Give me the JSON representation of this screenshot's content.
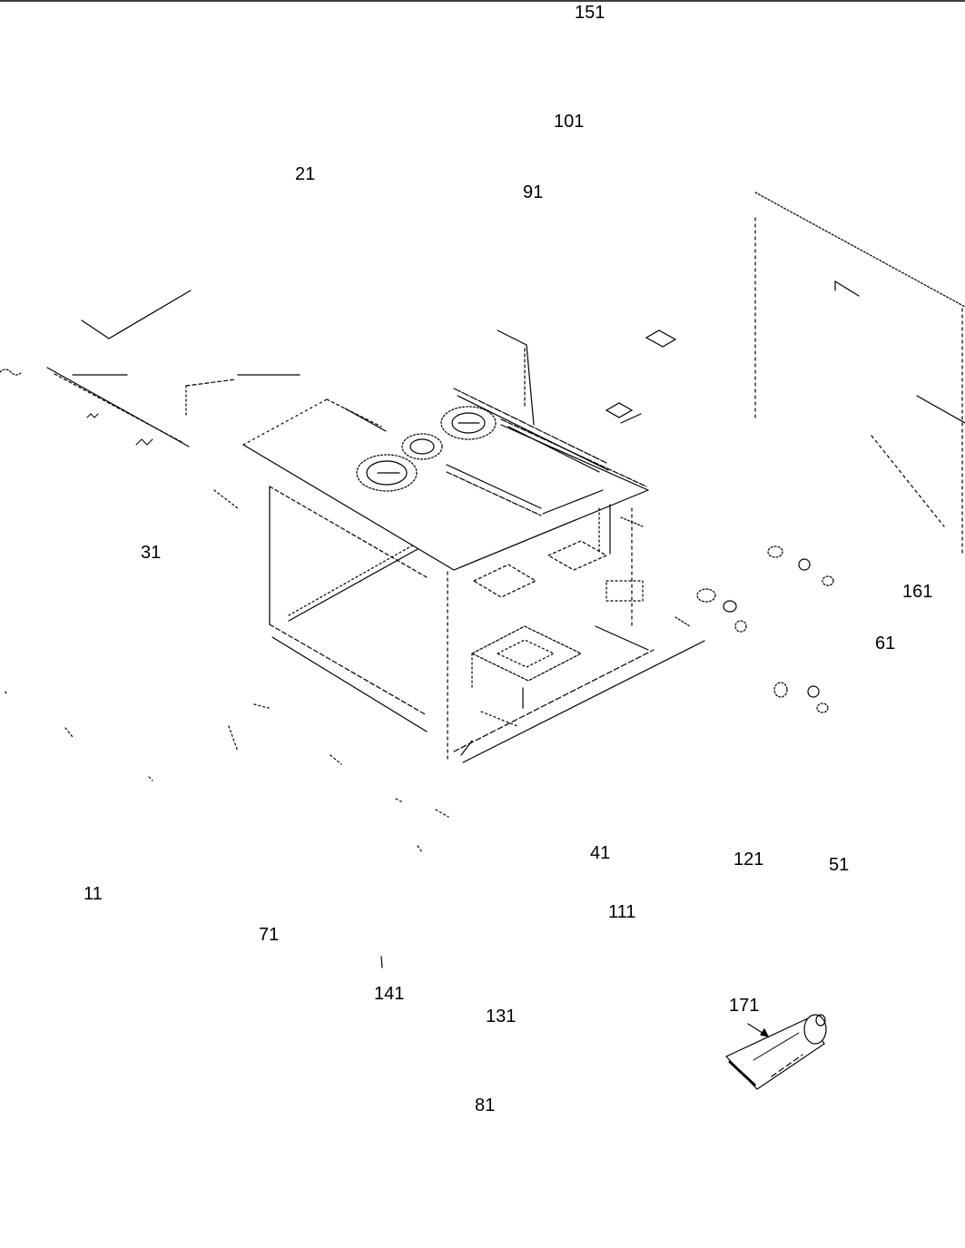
{
  "diagram": {
    "callouts": {
      "c151": "151",
      "c101": "101",
      "c21": "21",
      "c91": "91",
      "c31": "31",
      "c161": "161",
      "c61": "61",
      "c41": "41",
      "c121": "121",
      "c51": "51",
      "c11": "11",
      "c111": "111",
      "c71": "71",
      "c141": "141",
      "c131": "131",
      "c171": "171",
      "c81": "81"
    },
    "line_color": "#000000",
    "background": "#ffffff"
  }
}
